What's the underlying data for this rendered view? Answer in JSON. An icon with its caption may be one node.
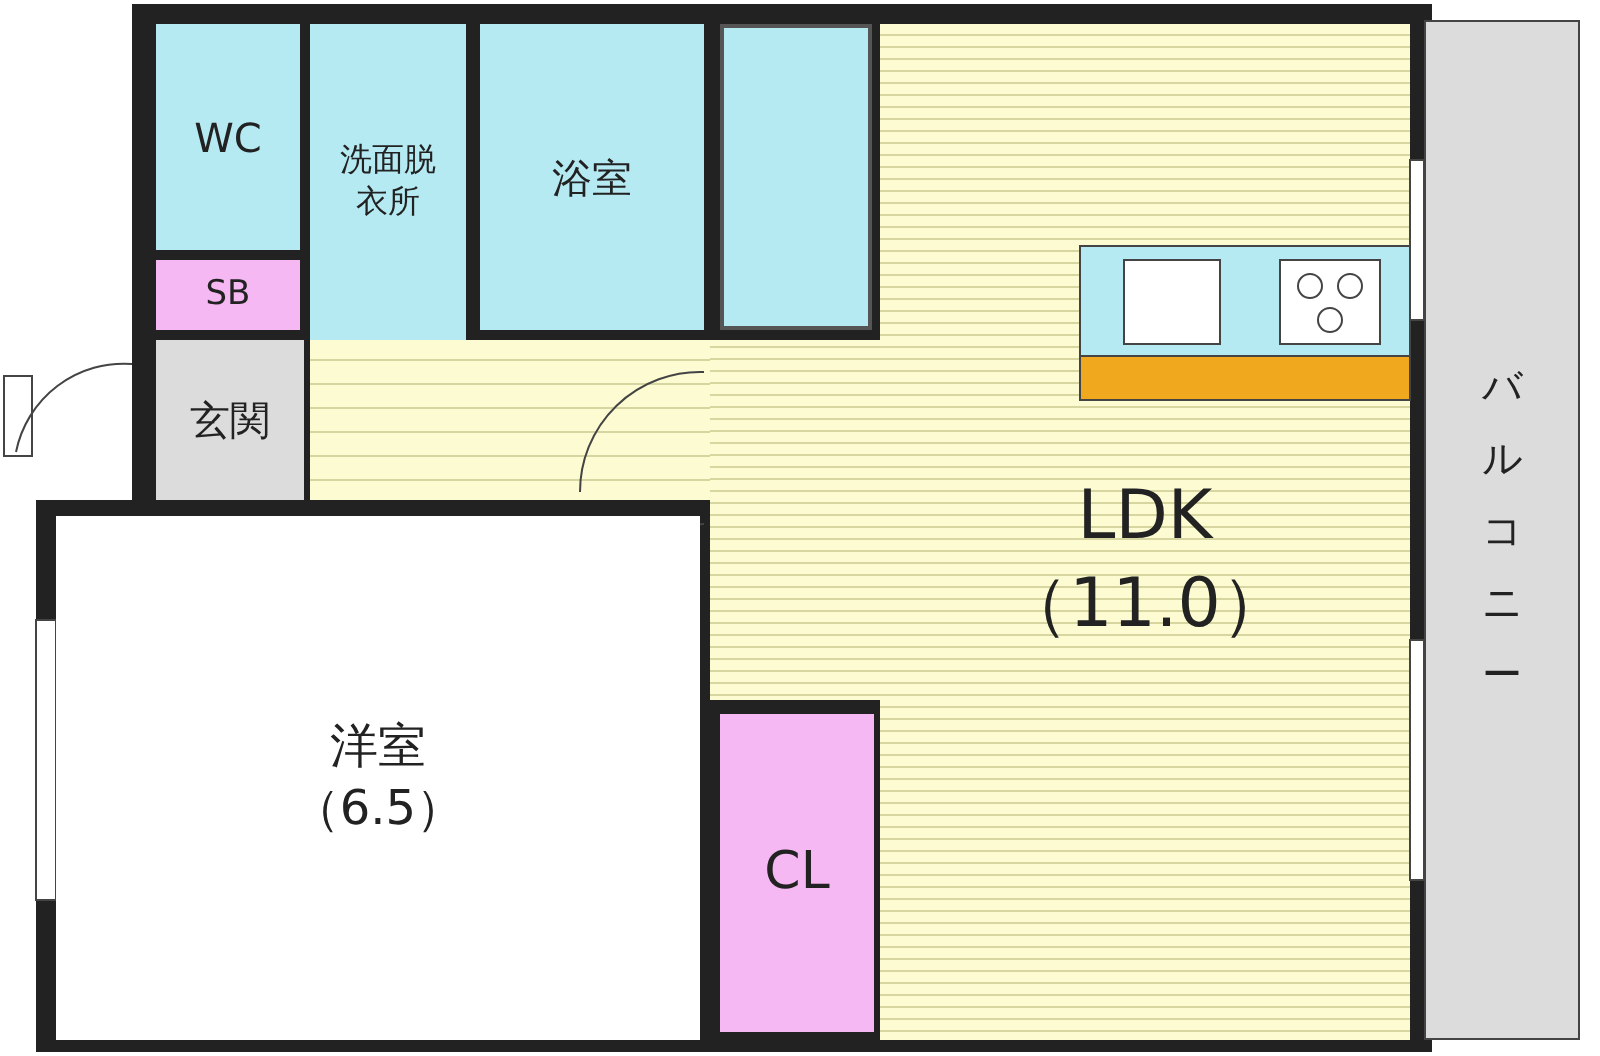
{
  "diagram": {
    "nodes": [
      {
        "text": [
          "WC"
        ]
      },
      {
        "text": [
          "洗面脱衣所"
        ]
      },
      {
        "text": [
          "浴室"
        ]
      },
      {
        "text": [],
        "shape": "box"
      },
      {
        "text": [
          "SB"
        ]
      },
      {
        "text": [
          "玄関"
        ]
      },
      {
        "text": [
          "LDK",
          "（11.0）"
        ]
      },
      {
        "text": [
          "洋室",
          "（6.5）"
        ]
      },
      {
        "text": [
          "CL"
        ]
      },
      {
        "text": [
          "バルコニー"
        ]
      }
    ],
    "edges": []
  }
}
